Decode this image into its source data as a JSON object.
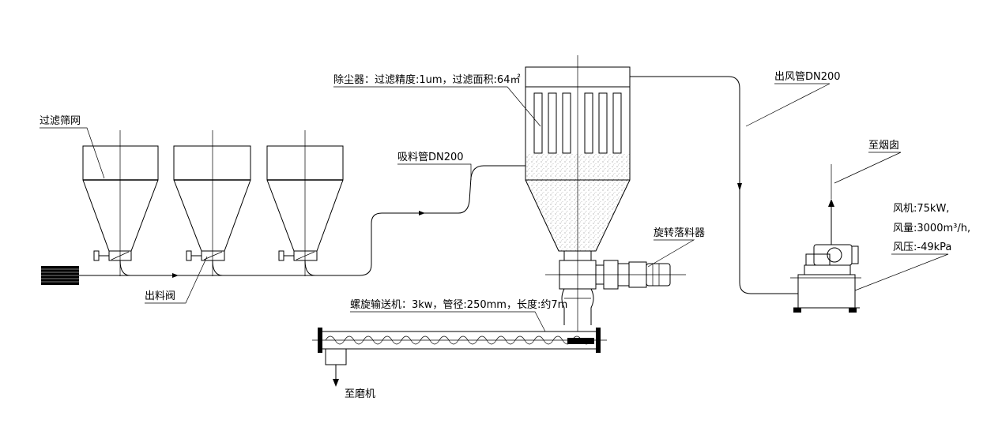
{
  "labels": {
    "filter_screen": "过滤筛网",
    "discharge_valve": "出料阀",
    "suction_pipe": "吸料管DN200",
    "dust_collector": "除尘器：过滤精度:1um，过滤面积:64㎡",
    "rotary_feeder": "旋转落料器",
    "screw_conveyor": "螺旋输送机：3kw，管径:250mm，长度:约7m",
    "to_mill": "至磨机",
    "outlet_pipe": "出风管DN200",
    "to_chimney": "至烟囱",
    "fan_power": "风机:75kW,",
    "fan_airflow": "风量:3000m³/h,",
    "fan_pressure": "风压:-49kPa"
  },
  "colors": {
    "line": "#000000",
    "background": "#ffffff"
  }
}
